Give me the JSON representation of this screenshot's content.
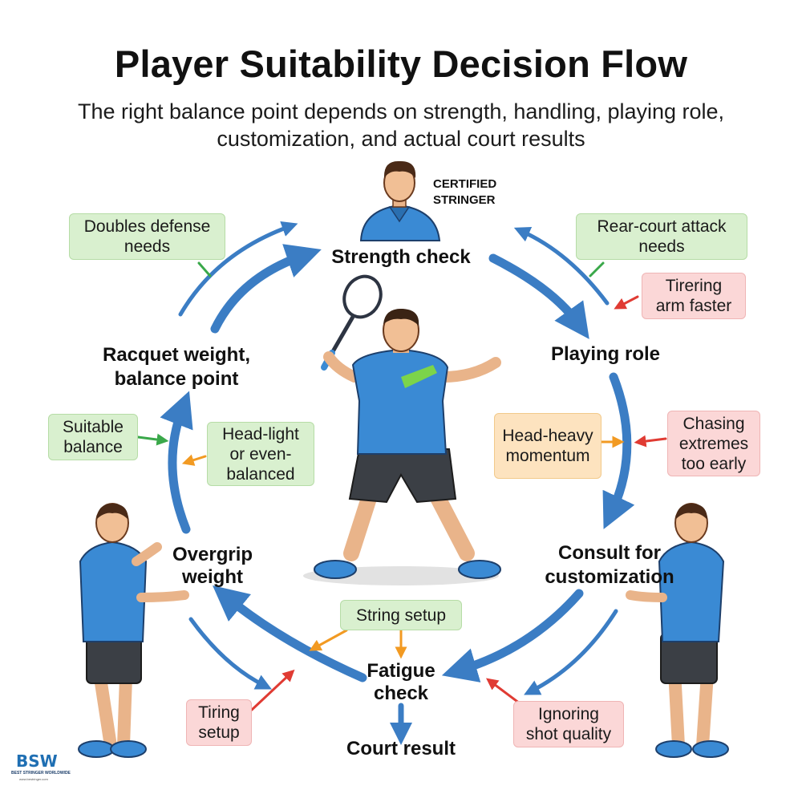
{
  "title": "Player Suitability Decision Flow",
  "subtitle": "The right balance point depends on strength, handling, playing role, customization, and actual court results",
  "stringer_label": "CERTIFIED STRINGER",
  "nodes": {
    "strength": "Strength check",
    "role": "Playing role",
    "consult": "Consult for customization",
    "fatigue": "Fatigue check",
    "court": "Court result",
    "overgrip": "Overgrip weight",
    "racquet": "Racquet weight, balance point"
  },
  "labels": {
    "doubles_defense": "Doubles defense needs",
    "rear_court": "Rear-court attack needs",
    "tirering_arm": "Tirering arm faster",
    "suitable_balance": "Suitable balance",
    "head_light": "Head-light or even-balanced",
    "head_heavy": "Head-heavy momentum",
    "chasing": "Chasing extremes too early",
    "string_setup": "String setup",
    "tiring_setup": "Tiring setup",
    "ignoring": "Ignoring shot quality"
  },
  "logo": {
    "mark": "BSW",
    "name": "BEST STRINGER WORLDWIDE",
    "url": "www.bestringer.com"
  },
  "colors": {
    "arrow_blue": "#3b7dc4",
    "green_box": "#d9f0cf",
    "red_box": "#fbd7d7",
    "orange_box": "#fde3bf",
    "accent_red": "#e03b33",
    "accent_orange": "#f29a22",
    "accent_green": "#3aa84a",
    "shirt_blue": "#3a8ad4"
  }
}
